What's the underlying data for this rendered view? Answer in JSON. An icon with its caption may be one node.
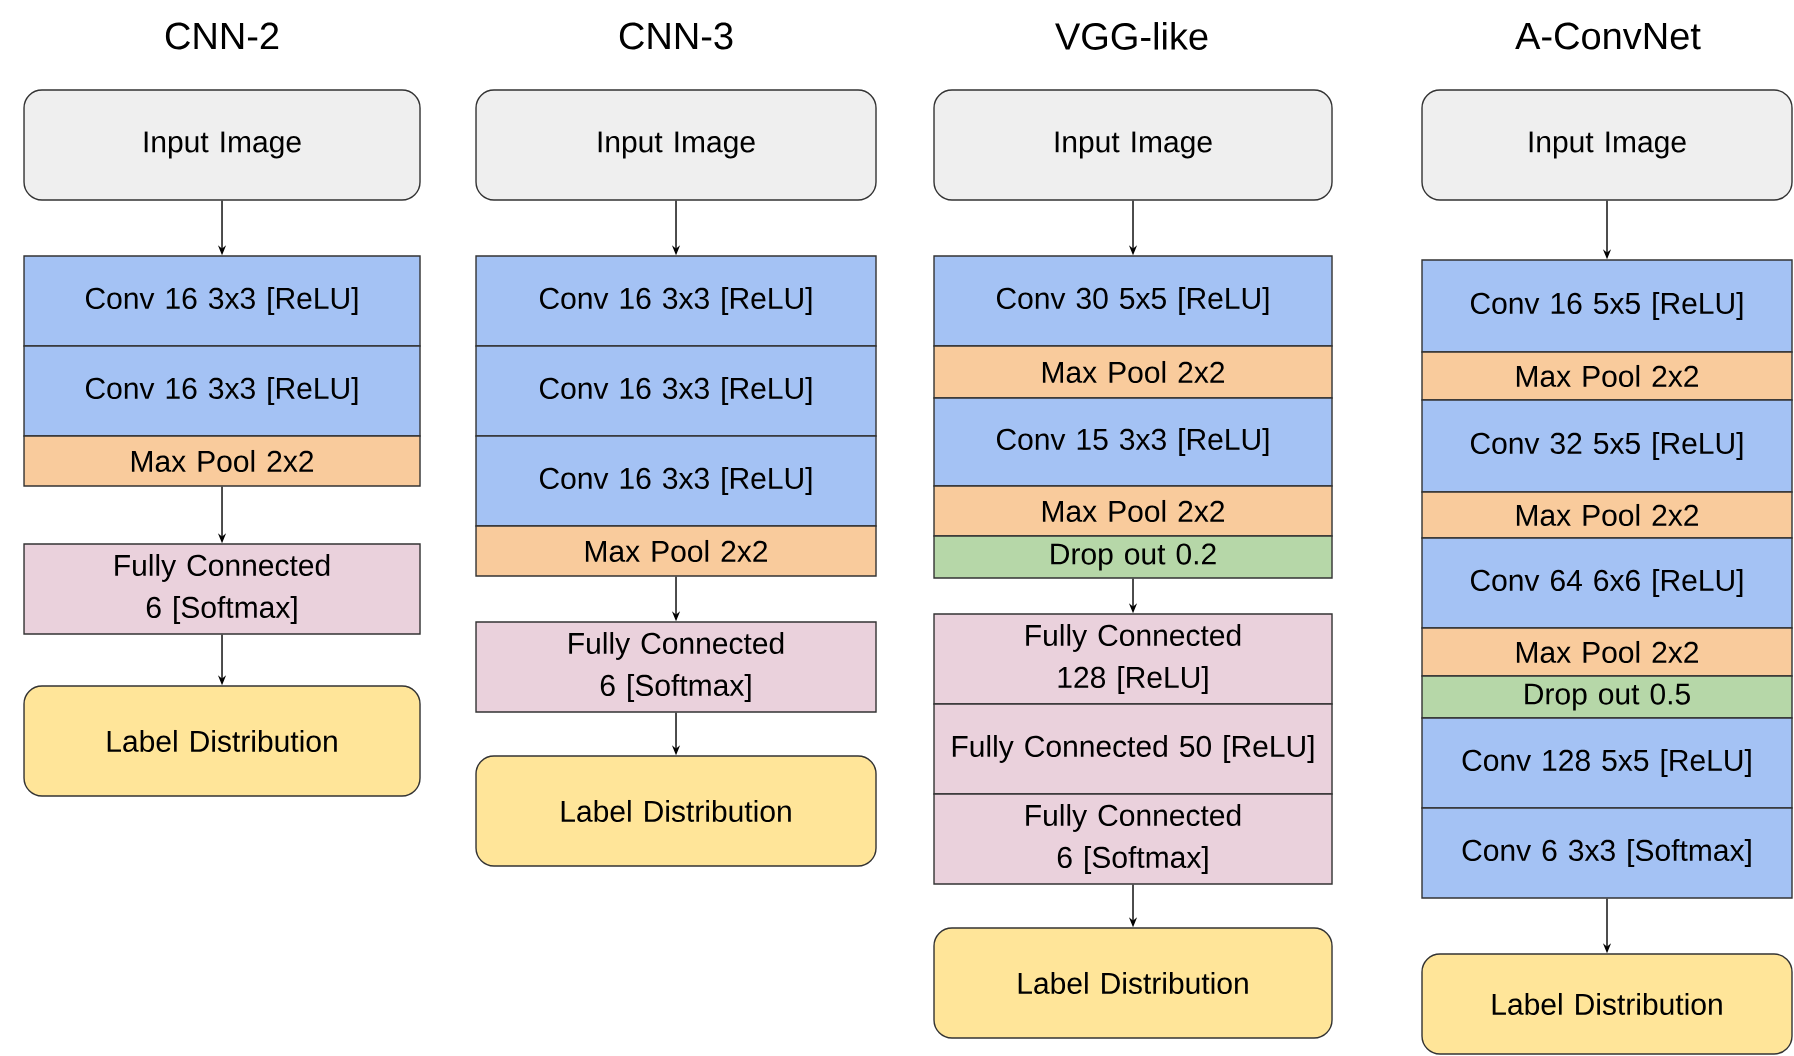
{
  "diagram": {
    "nodes": [
      {
        "text": [
          "Input Image"
        ]
      },
      {
        "text": [
          "Conv 16 3x3 [ReLU]"
        ]
      },
      {
        "text": [
          "Conv 16 3x3 [ReLU]"
        ]
      },
      {
        "text": [
          "Max Pool 2x2"
        ]
      },
      {
        "text": [
          "Fully Connected 6 [Softmax]"
        ]
      },
      {
        "text": [
          "Label Distribution"
        ]
      },
      {
        "text": [
          "Input Image"
        ]
      },
      {
        "text": [
          "Conv 16 3x3 [ReLU]"
        ]
      },
      {
        "text": [
          "Conv 16 3x3 [ReLU]"
        ]
      },
      {
        "text": [
          "Conv 16 3x3 [ReLU]"
        ]
      },
      {
        "text": [
          "Max Pool 2x2"
        ]
      },
      {
        "text": [
          "Fully Connected 6 [Softmax]"
        ]
      },
      {
        "text": [
          "Label Distribution"
        ]
      },
      {
        "text": [
          "Input Image"
        ]
      },
      {
        "text": [
          "Conv 30 5x5 [ReLU]"
        ]
      },
      {
        "text": [
          "Max Pool 2x2"
        ]
      },
      {
        "text": [
          "Conv 15 3x3 [ReLU]"
        ]
      },
      {
        "text": [
          "Max Pool 2x2"
        ]
      },
      {
        "text": [
          "Drop out 0.2"
        ]
      },
      {
        "text": [
          "Fully Connected 128 [ReLU]"
        ]
      },
      {
        "text": [
          "Fully Connected 50 [ReLU]"
        ]
      },
      {
        "text": [
          "Fully Connected 6 [Softmax]"
        ]
      },
      {
        "text": [
          "Label Distribution"
        ]
      },
      {
        "text": [
          "Input Image"
        ]
      },
      {
        "text": [
          "Conv 16 5x5 [ReLU]"
        ]
      },
      {
        "text": [
          "Max Pool 2x2"
        ]
      },
      {
        "text": [
          "Conv 32 5x5 [ReLU]"
        ]
      },
      {
        "text": [
          "Max Pool 2x2"
        ]
      },
      {
        "text": [
          "Conv 64 6x6 [ReLU]"
        ]
      },
      {
        "text": [
          "Max Pool 2x2"
        ]
      },
      {
        "text": [
          "Drop out 0.5"
        ]
      },
      {
        "text": [
          "Conv 128 5x5 [ReLU]"
        ]
      },
      {
        "text": [
          "Conv 6 3x3 [Softmax]"
        ]
      },
      {
        "text": [
          "Label Distribution"
        ]
      }
    ],
    "edges": [
      {
        "from": 0,
        "to": 1,
        "arrow": "to"
      },
      {
        "from": 3,
        "to": 4,
        "arrow": "to"
      },
      {
        "from": 4,
        "to": 5,
        "arrow": "to"
      },
      {
        "from": 6,
        "to": 7,
        "arrow": "to"
      },
      {
        "from": 10,
        "to": 11,
        "arrow": "to"
      },
      {
        "from": 11,
        "to": 12,
        "arrow": "to"
      },
      {
        "from": 13,
        "to": 14,
        "arrow": "to"
      },
      {
        "from": 18,
        "to": 19,
        "arrow": "to"
      },
      {
        "from": 21,
        "to": 22,
        "arrow": "to"
      },
      {
        "from": 23,
        "to": 24,
        "arrow": "to"
      },
      {
        "from": 32,
        "to": 33,
        "arrow": "to"
      }
    ],
    "labels": [
      "CNN-2",
      "CNN-3",
      "VGG-like",
      "A-ConvNet"
    ]
  }
}
